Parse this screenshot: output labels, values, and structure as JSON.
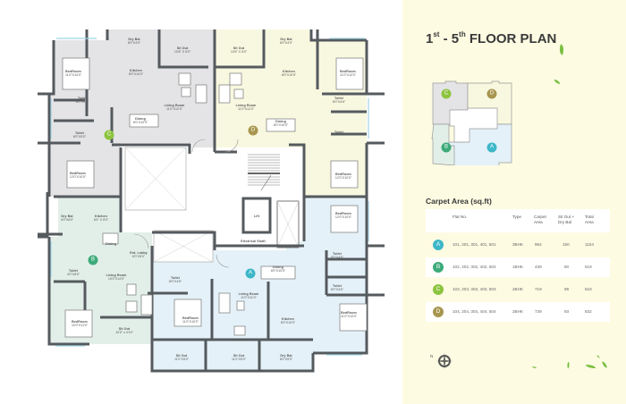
{
  "header": {
    "title_prefix": "1",
    "title_sup1": "st",
    "title_mid": " - 5",
    "title_sup2": "th",
    "title_suffix": " FLOOR PLAN"
  },
  "colors": {
    "unit_a": "#e4f1f8",
    "unit_b": "#e2efe9",
    "unit_c": "#e4e4e6",
    "unit_d": "#f8f8e0",
    "wall": "#555a5e",
    "badge_a": "#3db7c8",
    "badge_b": "#3dab7a",
    "badge_c": "#8cc43f",
    "badge_d": "#a8964f",
    "panel_bg": "#fdfbe2",
    "leaf": "#7bc043"
  },
  "key_plan": {
    "units": [
      {
        "id": "C",
        "label": "C"
      },
      {
        "id": "D",
        "label": "D"
      },
      {
        "id": "B",
        "label": "B"
      },
      {
        "id": "A",
        "label": "A"
      }
    ]
  },
  "carpet_area": {
    "title": "Carpet Area (sq.ft)",
    "columns": [
      "Flat No.",
      "Type",
      "Carpet\nArea",
      "Sit Out +\nDry Bal",
      "Total\nArea"
    ],
    "col_flat": "Flat No.",
    "col_type": "Type",
    "col_carpet_1": "Carpet",
    "col_carpet_2": "Area",
    "col_sitout_1": "Sit Out +",
    "col_sitout_2": "Dry Bal",
    "col_total_1": "Total",
    "col_total_2": "Area",
    "rows": [
      {
        "unit": "A",
        "flats": "101, 201, 301, 401, 501",
        "type": "3BHK",
        "carpet": "954",
        "sitout": "150",
        "total": "1104"
      },
      {
        "unit": "B",
        "flats": "102, 202, 302, 402, 502",
        "type": "1BHK",
        "carpet": "439",
        "sitout": "80",
        "total": "519"
      },
      {
        "unit": "C",
        "flats": "103, 203, 303, 403, 503",
        "type": "2BHK",
        "carpet": "719",
        "sitout": "99",
        "total": "818"
      },
      {
        "unit": "D",
        "flats": "104, 204, 304, 404, 504",
        "type": "2BHK",
        "carpet": "739",
        "sitout": "93",
        "total": "832"
      }
    ]
  },
  "compass": {
    "label": "N"
  },
  "plan": {
    "badges": [
      {
        "id": "C",
        "label": "C"
      },
      {
        "id": "D",
        "label": "D"
      },
      {
        "id": "B",
        "label": "B"
      },
      {
        "id": "A",
        "label": "A"
      }
    ],
    "rooms": {
      "c_dry_bal": {
        "name": "Dry Bal",
        "dim": "8'0\"X4'0\""
      },
      "c_sit_out": {
        "name": "Sit Out",
        "dim": "10'6\" X 6'0\""
      },
      "c_bedroom1": {
        "name": "BedRoom",
        "dim": "11'0\"X10'0\""
      },
      "c_kitchen": {
        "name": "Kitchen",
        "dim": "8'0\"X10'0\""
      },
      "c_living": {
        "name": "Living Room",
        "dim": "11'0\"X12'0\""
      },
      "c_toilet1": {
        "name": "Toilet",
        "dim": "8'0\"X4'6\""
      },
      "c_dining": {
        "name": "Dining",
        "dim": "8'0\"X10'0\""
      },
      "c_toilet2": {
        "name": "Toilet",
        "dim": "8'0\"X5'0\""
      },
      "c_bedroom2": {
        "name": "BedRoom",
        "dim": "12'0\"X10'0\""
      },
      "d_sit_out": {
        "name": "Sit Out",
        "dim": "10'6\" X 6'0\""
      },
      "d_dry_bal": {
        "name": "Dry Bal",
        "dim": "8'0\"X4'0\""
      },
      "d_kitchen": {
        "name": "Kitchen",
        "dim": "8'0\"X10'0\""
      },
      "d_bedroom1": {
        "name": "BedRoom",
        "dim": "11'0\"X12'0\""
      },
      "d_living": {
        "name": "Living Room",
        "dim": "11'0\"X12'0\""
      },
      "d_toilet1": {
        "name": "Toilet",
        "dim": "8'0\"X4'6\""
      },
      "d_dining": {
        "name": "Dining",
        "dim": "8'0\"X10'0\""
      },
      "d_toilet2": {
        "name": "Toilet",
        "dim": ""
      },
      "d_bedroom2": {
        "name": "BedRoom",
        "dim": "12'0\"X10'0\""
      },
      "lift": {
        "name": "Lift",
        "dim": ""
      },
      "electrical_shaft": {
        "name": "Electrical Shaft",
        "dim": ""
      },
      "b_dry_bal": {
        "name": "Dry Bal",
        "dim": "4'0\"X8'0\""
      },
      "b_kitchen": {
        "name": "Kitchen",
        "dim": "8'4\" X 8'0\""
      },
      "b_dining": {
        "name": "Dining",
        "dim": ""
      },
      "b_ent_lobby": {
        "name": "Ent. Lobby",
        "dim": "6'0\"X5'0\""
      },
      "b_toilet": {
        "name": "Toilet",
        "dim": "4'0\"X8'0\""
      },
      "b_living": {
        "name": "Living Room",
        "dim": "10'0\"X14'0\""
      },
      "b_bedroom": {
        "name": "BedRoom",
        "dim": "10'0\"X11'0\""
      },
      "b_sit_out": {
        "name": "Sit Out",
        "dim": "10'0\" x 4'10\""
      },
      "a_bedroom1": {
        "name": "BedRoom",
        "dim": "12'0\"X10'0\""
      },
      "a_toilet1": {
        "name": "Toilet",
        "dim": "8'0\"X4'6\""
      },
      "a_toilet2": {
        "name": "Toilet",
        "dim": "8'0\"X4'6\""
      },
      "a_dining": {
        "name": "Dining",
        "dim": "8'0\"X10'0\""
      },
      "a_toilet3": {
        "name": "Toilet",
        "dim": "8'0\"X4'6\""
      },
      "a_living": {
        "name": "Living Room",
        "dim": "11'0\"X11'0\""
      },
      "a_bedroom2": {
        "name": "BedRoom",
        "dim": "11'0\"X10'0\""
      },
      "a_kitchen": {
        "name": "Kitchen",
        "dim": "8'0\"X10'0\""
      },
      "a_bedroom3": {
        "name": "BedRoom",
        "dim": "11'0\"X10'0\""
      },
      "a_sit_out1": {
        "name": "Sit Out",
        "dim": "11'0\"X5'0\""
      },
      "a_sit_out2": {
        "name": "Sit Out",
        "dim": "11'0\"X5'0\""
      },
      "a_dry_bal": {
        "name": "Dry Bal",
        "dim": "8'0\"X5'0\""
      }
    }
  }
}
